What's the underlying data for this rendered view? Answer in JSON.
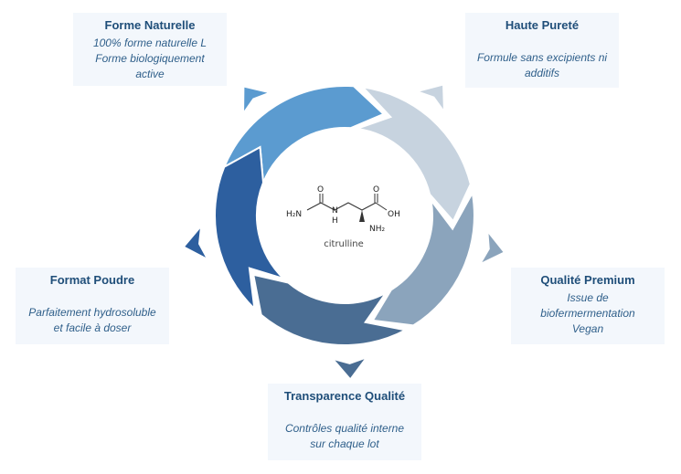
{
  "cards": {
    "forme_naturelle": {
      "title": "Forme Naturelle",
      "desc": "100% forme naturelle L\nForme biologiquement\nactive"
    },
    "haute_purete": {
      "title": "Haute Pureté",
      "desc": "Formule sans excipients ni\nadditifs"
    },
    "qualite_premium": {
      "title": "Qualité Premium",
      "desc": "Issue de\nbiofermermentation\nVegan"
    },
    "transparence": {
      "title": "Transparence Qualité",
      "desc": "Contrôles qualité interne\nsur chaque lot"
    },
    "format_poudre": {
      "title": "Format Poudre",
      "desc": "Parfaitement hydrosoluble\net facile à doser"
    }
  },
  "molecule": {
    "name": "citrulline",
    "labels": {
      "h2n": "H₂N",
      "h": "H",
      "n": "N",
      "o_top": "O",
      "o_acid": "O",
      "oh": "OH",
      "nh2": "NH₂"
    }
  },
  "colors": {
    "seg1": "#5b9bd0",
    "seg2": "#c7d3df",
    "seg3": "#8ba4bc",
    "seg4": "#4a6d93",
    "seg5": "#2d5f9f",
    "card_bg": "#f3f7fc",
    "title": "#1f4e79"
  }
}
